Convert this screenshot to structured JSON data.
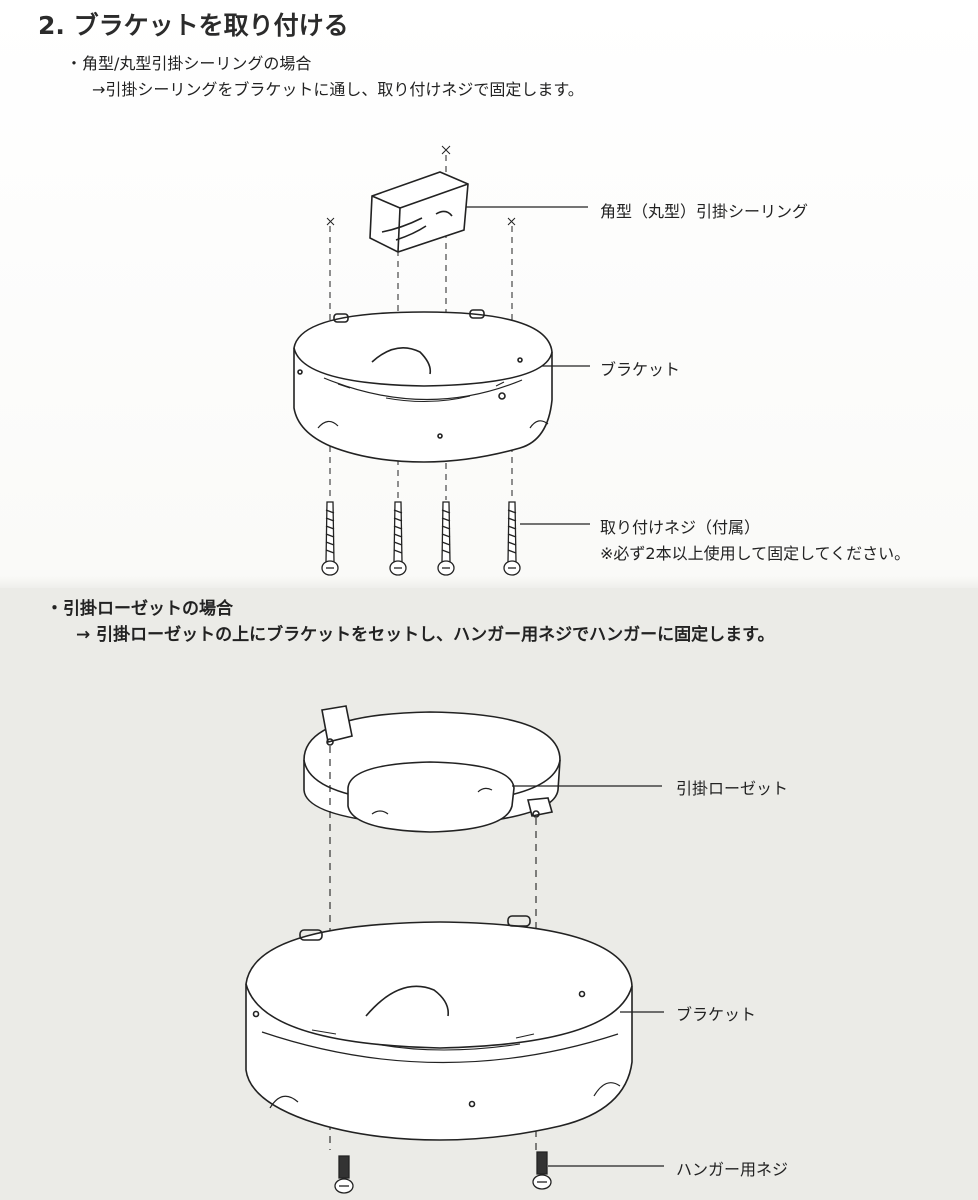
{
  "title": "2. ブラケットを取り付ける",
  "section1": {
    "heading": "・角型/丸型引掛シーリングの場合",
    "instruction": "→引掛シーリングをブラケットに通し、取り付けネジで固定します。",
    "labels": {
      "ceiling": "角型（丸型）引掛シーリング",
      "bracket": "ブラケット",
      "screw": "取り付けネジ（付属）",
      "note": "※必ず2本以上使用して固定してください。"
    }
  },
  "section2": {
    "heading": "・引掛ローゼットの場合",
    "instruction": "→ 引掛ローゼットの上にブラケットをセットし、ハンガー用ネジでハンガーに固定します。",
    "labels": {
      "rosette": "引掛ローゼット",
      "bracket": "ブラケット",
      "screw": "ハンガー用ネジ"
    }
  }
}
